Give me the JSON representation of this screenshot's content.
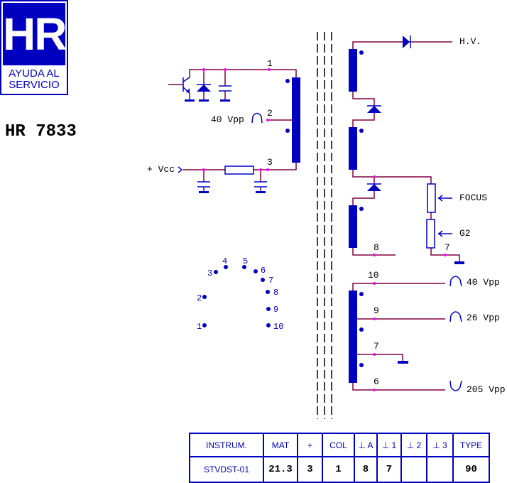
{
  "logo": {
    "mark": "HR",
    "line1": "AYUDA AL",
    "line2": "SERVICIO"
  },
  "model": "HR 7833",
  "primary": {
    "pin1": "1",
    "pin2": "2",
    "pin3": "3",
    "signal": "40 Vpp",
    "vcc": "+ Vcc"
  },
  "secondary": {
    "hv": "H.V.",
    "focus": "FOCUS",
    "g2": "G2",
    "pin8": "8",
    "pin7": "7"
  },
  "aux": [
    {
      "pin": "10",
      "signal": "40 Vpp"
    },
    {
      "pin": "9",
      "signal": "26 Vpp"
    },
    {
      "pin": "7",
      "signal": ""
    },
    {
      "pin": "6",
      "signal": "205 Vpp"
    }
  ],
  "pinout": [
    "1",
    "2",
    "3",
    "4",
    "5",
    "6",
    "7",
    "8",
    "9",
    "10"
  ],
  "table": {
    "headers": [
      "INSTRUM.",
      "MAT",
      "+",
      "COL",
      "⊥ A",
      "⊥ 1",
      "⊥ 2",
      "⊥ 3",
      "TYPE"
    ],
    "values": [
      "STVDST-01",
      "21.3",
      "3",
      "1",
      "8",
      "7",
      "",
      "",
      "90"
    ]
  }
}
